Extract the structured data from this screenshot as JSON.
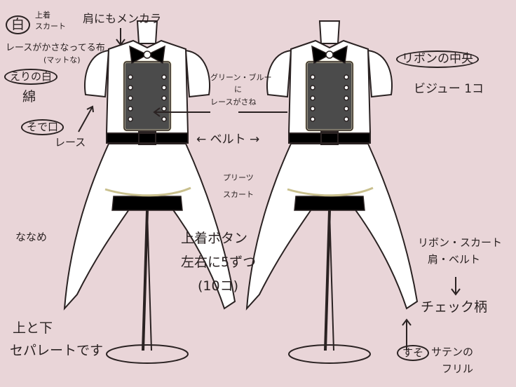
{
  "colors": {
    "background": "#e9d5d8",
    "left_accent": "#cfe9d6",
    "right_accent": "#bcdcf0",
    "trim": "#c9c08e",
    "ink": "#2a2222"
  },
  "notes": {
    "white": "白",
    "jacket": "上着",
    "skirt": "スカート",
    "lace_fabric": "レースがかさなってる布",
    "matte": "(マットな)",
    "collar_white": "えりの白",
    "cotton": "綿",
    "cuff": "そで口",
    "lace": "レース",
    "shoulder": "肩にもメンカラ",
    "green_blue": "グリーン・ブルー",
    "ni": "に",
    "lace_layer": "レースがさね",
    "belt": "← ベルト →",
    "ribbon_center": "リボンの中央",
    "bijou": "ビジュー 1コ",
    "pleats": "プリーツ",
    "pleats_skirt": "スカート",
    "diagonal": "ななめ",
    "buttons_1": "上着ボタン",
    "buttons_2": "左右に5ずつ",
    "buttons_3": "(10コ)",
    "check_items_1": "リボン・スカート",
    "check_items_2": "肩・ベルト",
    "check": "チェック柄",
    "separate_1": "上と下",
    "separate_2": "セパレートです",
    "hem": "すそ",
    "satin": "サテンの",
    "frill": "フリル"
  }
}
